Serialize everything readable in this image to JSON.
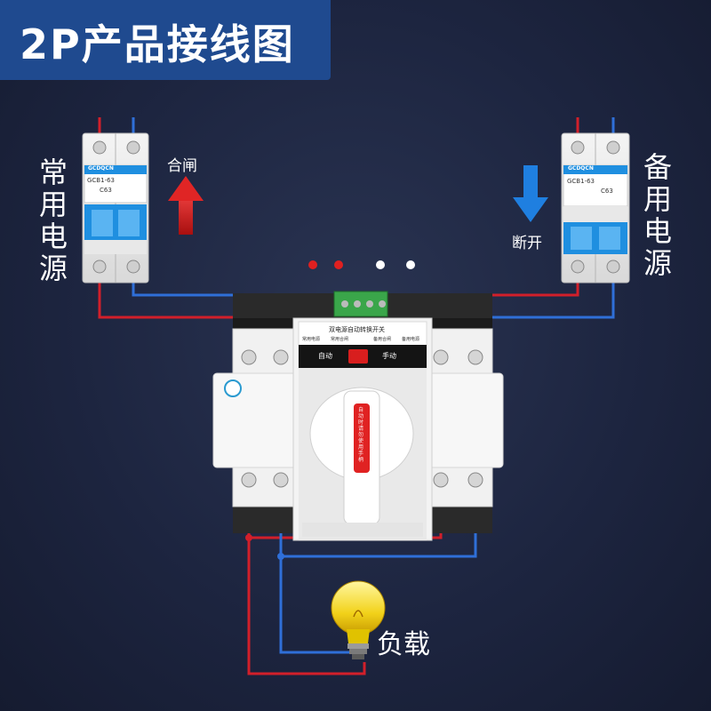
{
  "title": "2P产品接线图",
  "left_source": {
    "label": "常用电源",
    "action": "合闸",
    "brand": "GCDQCN",
    "model": "GCB1-63",
    "rating": "C63"
  },
  "right_source": {
    "label": "备用电源",
    "action": "断开",
    "brand": "GCDQCN",
    "model": "GCB1-63",
    "rating": "C63"
  },
  "ats": {
    "name": "双电源自动转换开关",
    "left_terminal_label": "常用电源",
    "left_closed_label": "常用合闸",
    "right_closed_label": "备用合闸",
    "right_terminal_label": "备用电源",
    "mode_auto": "自动",
    "mode_manual": "手动",
    "handle_text": "自动时请勿使用手柄"
  },
  "load": {
    "label": "负载"
  },
  "colors": {
    "live": "#d21f2a",
    "neutral": "#2f6fd8",
    "title_bg": "#1f4a8f",
    "breaker_blue": "#1f8fe0"
  },
  "indicator_dots": [
    "red",
    "red",
    "white",
    "white"
  ]
}
